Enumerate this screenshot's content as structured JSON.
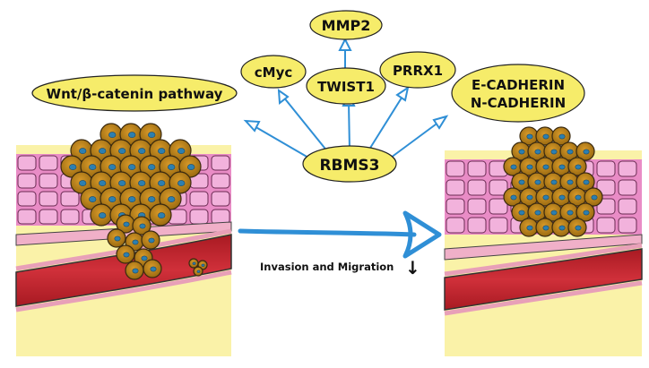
{
  "diagram": {
    "center_node": "RBMS3",
    "target_nodes": {
      "mmp2": "MMP2",
      "cmyc": "cMyc",
      "twist1": "TWIST1",
      "prrx1": "PRRX1",
      "wnt": "Wnt/β-catenin pathway",
      "cadherin_e": "E-CADHERIN",
      "cadherin_n": "N-CADHERIN"
    },
    "effect_caption": "Invasion and Migration",
    "effect_arrow": "↓"
  },
  "colors": {
    "node_fill": "#f6ec6a",
    "arrow_blue": "#2f8fd6",
    "muscle_pink": "#e98cc6",
    "stroma_yellow": "#faf2a8",
    "vessel_red": "#c0202a",
    "tumor_cell": "#c88a1c",
    "nucleus_blue": "#2d7fb0"
  }
}
